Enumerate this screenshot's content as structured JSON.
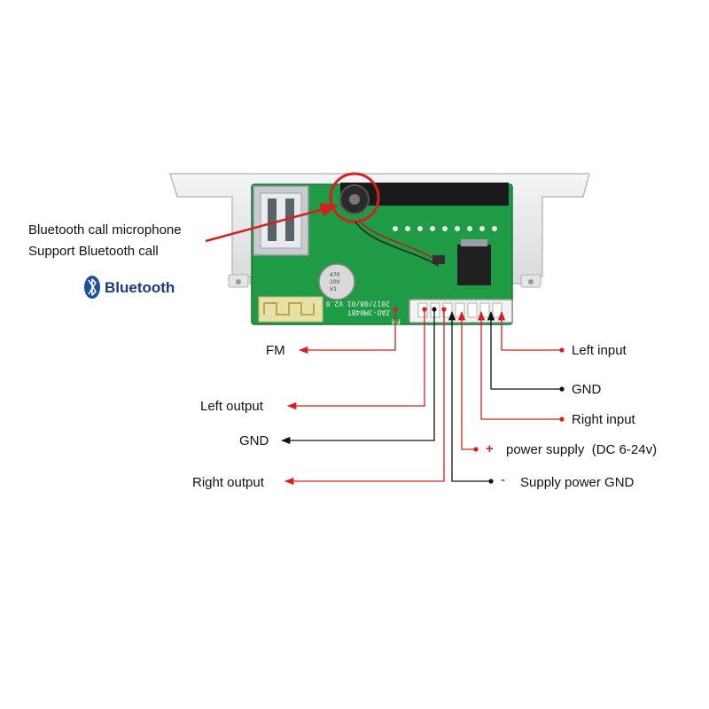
{
  "colors": {
    "red": "#d42020",
    "black": "#111111",
    "pcb_green": "#1f9a45",
    "brand_blue": "#1d4f9c"
  },
  "callout": {
    "line1": "Bluetooth call microphone",
    "line2": "Support Bluetooth call"
  },
  "bluetooth": {
    "word": "Bluetooth",
    "icon": "bluetooth-icon"
  },
  "board": {
    "model_marking": "ZAO-JM04BT",
    "date_marking": "2017/08/01 V2.0",
    "fm_marking": "FM",
    "capacitor": {
      "line1": "470",
      "line2": "10V",
      "line3": "V1"
    }
  },
  "pins": {
    "fm": "FM",
    "left_output": "Left output",
    "gnd_out": "GND",
    "right_output": "Right output",
    "left_input": "Left input",
    "gnd_in": "GND",
    "right_input": "Right input",
    "plus_sign": "+",
    "power_supply": "power supply  (DC 6-24v)",
    "minus_sign": "-",
    "supply_gnd": "Supply power GND"
  }
}
